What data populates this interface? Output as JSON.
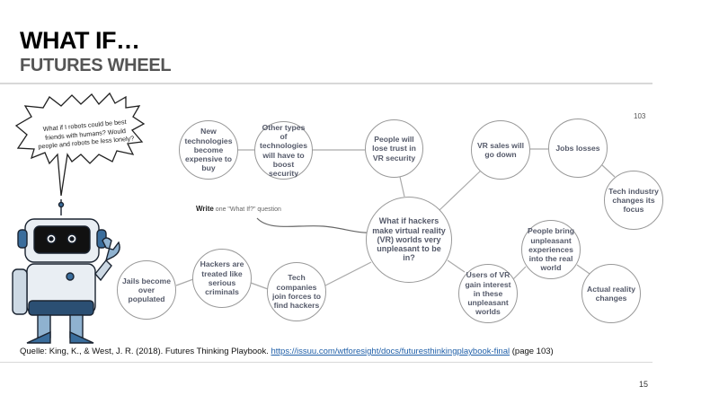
{
  "header": {
    "title": "WHAT IF…",
    "subtitle": "FUTURES WHEEL"
  },
  "page_ref": "103",
  "speech_bubble": "What if I robots could be best friends with humans? Would people and robots be less lonely?",
  "prompt": {
    "bold": "Write",
    "rest": " one \"What If?\" question"
  },
  "nodes": {
    "center": "What if hackers make virtual reality (VR) worlds very unpleasant to be in?",
    "new_tech": "New technologies become expensive to buy",
    "other_types": "Other types of technologies will have to boost security",
    "lose_trust": "People will lose trust in VR security",
    "vr_sales": "VR sales will go down",
    "jobs": "Jobs losses",
    "tech_industry": "Tech industry changes its focus",
    "users_vr": "Users of VR gain interest in these unpleasant worlds",
    "people_bring": "People bring unpleasant experiences into the real world",
    "actual_reality": "Actual reality changes",
    "jails": "Jails become over populated",
    "hackers": "Hackers are treated like serious criminals",
    "tech_companies": "Tech companies join forces to find hackers"
  },
  "caption": {
    "prefix": "Quelle: King, K., & West, J. R. (2018). Futures Thinking Playbook. ",
    "link": "https://issuu.com/wtforesight/docs/futuresthinkingplaybook-final",
    "suffix": " (page 103)"
  },
  "page_number": "15"
}
